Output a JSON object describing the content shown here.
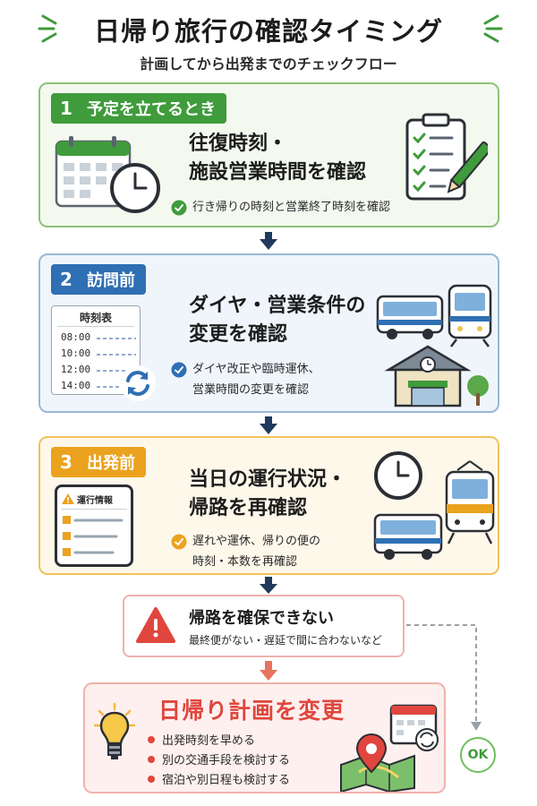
{
  "header": {
    "title": "日帰り旅行の確認タイミング",
    "subtitle": "計画してから出発までのチェックフロー"
  },
  "steps": [
    {
      "number": "1",
      "label": "予定を立てるとき",
      "heading_line1": "往復時刻・",
      "heading_line2": "施設営業時間を確認",
      "check_line1": "行き帰りの時刻と営業終了時刻を確認",
      "check_line2": ""
    },
    {
      "number": "2",
      "label": "訪問前",
      "heading_line1": "ダイヤ・営業条件の",
      "heading_line2": "変更を確認",
      "check_line1": "ダイヤ改正や臨時運休、",
      "check_line2": "営業時間の変更を確認",
      "timetable": {
        "title": "時刻表",
        "times": [
          "08:00",
          "10:00",
          "12:00",
          "14:00"
        ]
      }
    },
    {
      "number": "3",
      "label": "出発前",
      "heading_line1": "当日の運行状況・",
      "heading_line2": "帰路を再確認",
      "check_line1": "遅れや運休、帰りの便の",
      "check_line2": "時刻・本数を再確認",
      "info_title": "運行情報"
    }
  ],
  "warning": {
    "heading": "帰路を確保できない",
    "detail": "最終便がない・遅延で間に合わないなど"
  },
  "change": {
    "heading": "日帰り計画を変更",
    "bullets": [
      "出発時刻を早める",
      "別の交通手段を検討する",
      "宿泊や別日程も検討する"
    ]
  },
  "ok_label": "OK",
  "colors": {
    "green": "#3f9b3b",
    "blue": "#2f6fb3",
    "orange": "#eba21e",
    "red": "#e0463d",
    "navy": "#1f3a5c"
  }
}
